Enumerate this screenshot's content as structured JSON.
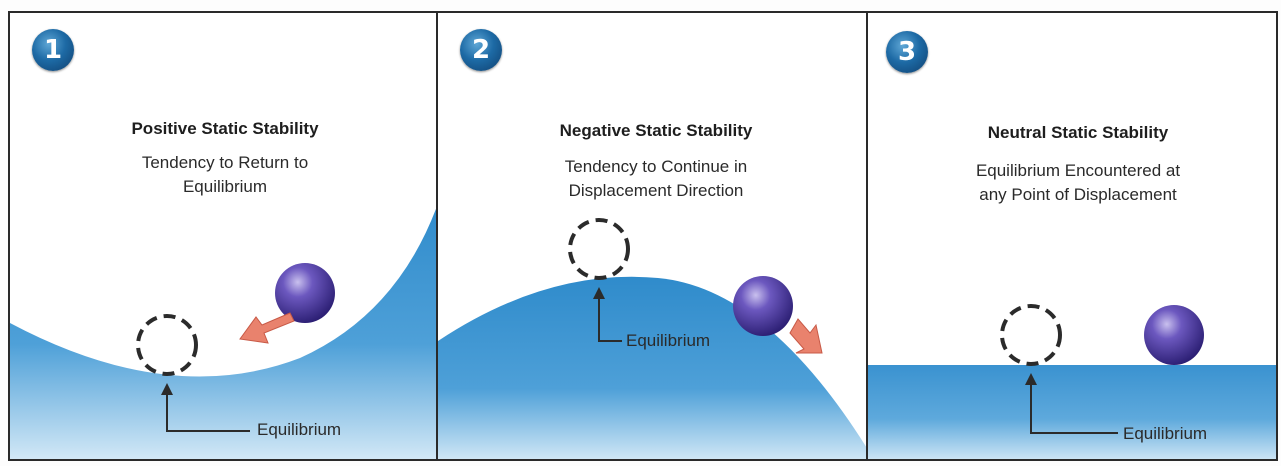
{
  "colors": {
    "fluid": "#3a92d0",
    "fluid_light": "#cfe6f6",
    "ball": "#5a47a8",
    "arrow": "#e4735e",
    "badge": "#1d6aa5"
  },
  "panels": [
    {
      "number": "1",
      "title": "Positive Static Stability",
      "sub_line1": "Tendency to Return to",
      "sub_line2": "Equilibrium",
      "equilibrium_label": "Equilibrium"
    },
    {
      "number": "2",
      "title": "Negative Static Stability",
      "sub_line1": "Tendency to Continue in",
      "sub_line2": "Displacement Direction",
      "equilibrium_label": "Equilibrium"
    },
    {
      "number": "3",
      "title": "Neutral Static Stability",
      "sub_line1": "Equilibrium Encountered at",
      "sub_line2": "any Point of Displacement",
      "equilibrium_label": "Equilibrium"
    }
  ]
}
